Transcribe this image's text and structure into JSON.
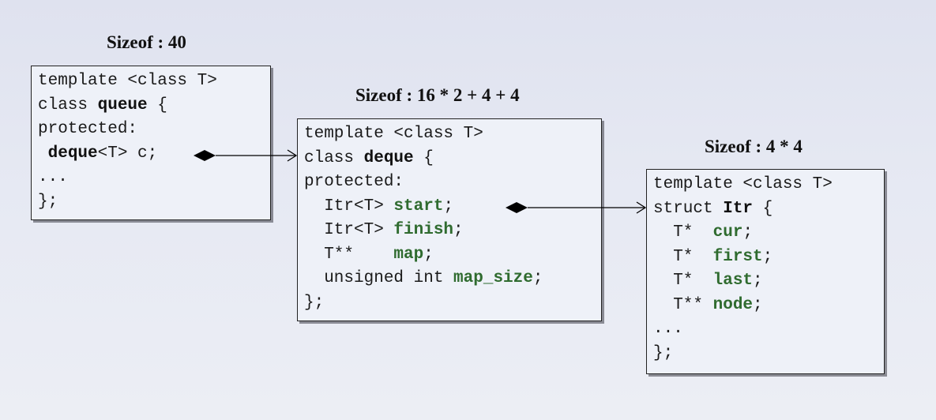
{
  "queue": {
    "title": "Sizeof : 40",
    "line1": "template <class T>",
    "line2_kw": "class ",
    "line2_name": "queue",
    "line2_end": " {",
    "line3": "protected:",
    "line4_type": "deque",
    "line4_rest": "<T> c;",
    "line5": "...",
    "line6": "};"
  },
  "deque": {
    "title": "Sizeof : 16 * 2 + 4 + 4",
    "line1": "template <class T>",
    "line2_kw": "class ",
    "line2_name": "deque",
    "line2_end": " {",
    "line3": "protected:",
    "line4_type": "  Itr<T> ",
    "line4_name": "start",
    "line4_end": ";",
    "line5_type": "  Itr<T> ",
    "line5_name": "finish",
    "line5_end": ";",
    "line6_type": "  T**    ",
    "line6_name": "map",
    "line6_end": ";",
    "line7_type": "  unsigned int ",
    "line7_name": "map_size",
    "line7_end": ";",
    "line8": "};"
  },
  "itr": {
    "title": "Sizeof : 4 * 4",
    "line1": "template <class T>",
    "line2_kw": "struct ",
    "line2_name": "Itr",
    "line2_end": " {",
    "line3_type": "  T*  ",
    "line3_name": "cur",
    "line3_end": ";",
    "line4_type": "  T*  ",
    "line4_name": "first",
    "line4_end": ";",
    "line5_type": "  T*  ",
    "line5_name": "last",
    "line5_end": ";",
    "line6_type": "  T** ",
    "line6_name": "node",
    "line6_end": ";",
    "line7": "...",
    "line8": "};"
  },
  "colors": {
    "highlight_green": "#2f6b2f",
    "box_border": "#222222"
  }
}
